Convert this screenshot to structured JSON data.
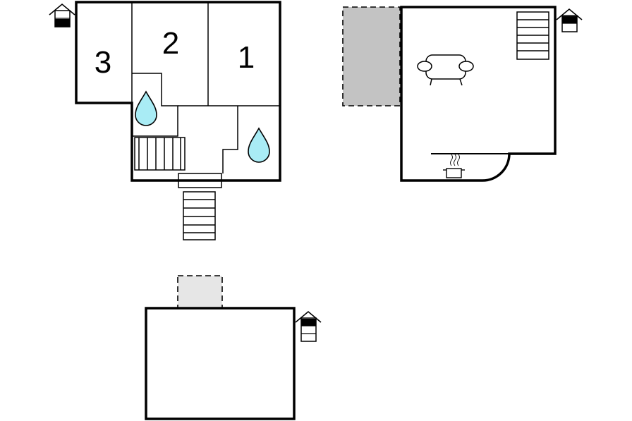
{
  "floorplan": {
    "rooms": [
      {
        "id": "room-3",
        "label": "3"
      },
      {
        "id": "room-2",
        "label": "2"
      },
      {
        "id": "room-1",
        "label": "1"
      }
    ],
    "level_icons": [
      {
        "name": "ground-floor",
        "highlighted_level": "bottom"
      },
      {
        "name": "first-floor",
        "highlighted_level": "top"
      },
      {
        "name": "basement",
        "highlighted_level": "top"
      }
    ],
    "colors": {
      "walls": "#000000",
      "water": "#a9ecf5",
      "terrace_dark": "#c3c3c3",
      "terrace_light": "#e6e6e6",
      "icon_fill": "#000000"
    },
    "icons": [
      "bathroom-water-drop-icon",
      "sofa-icon",
      "stove-pot-icon",
      "stairs-icon",
      "house-level-icon"
    ]
  }
}
